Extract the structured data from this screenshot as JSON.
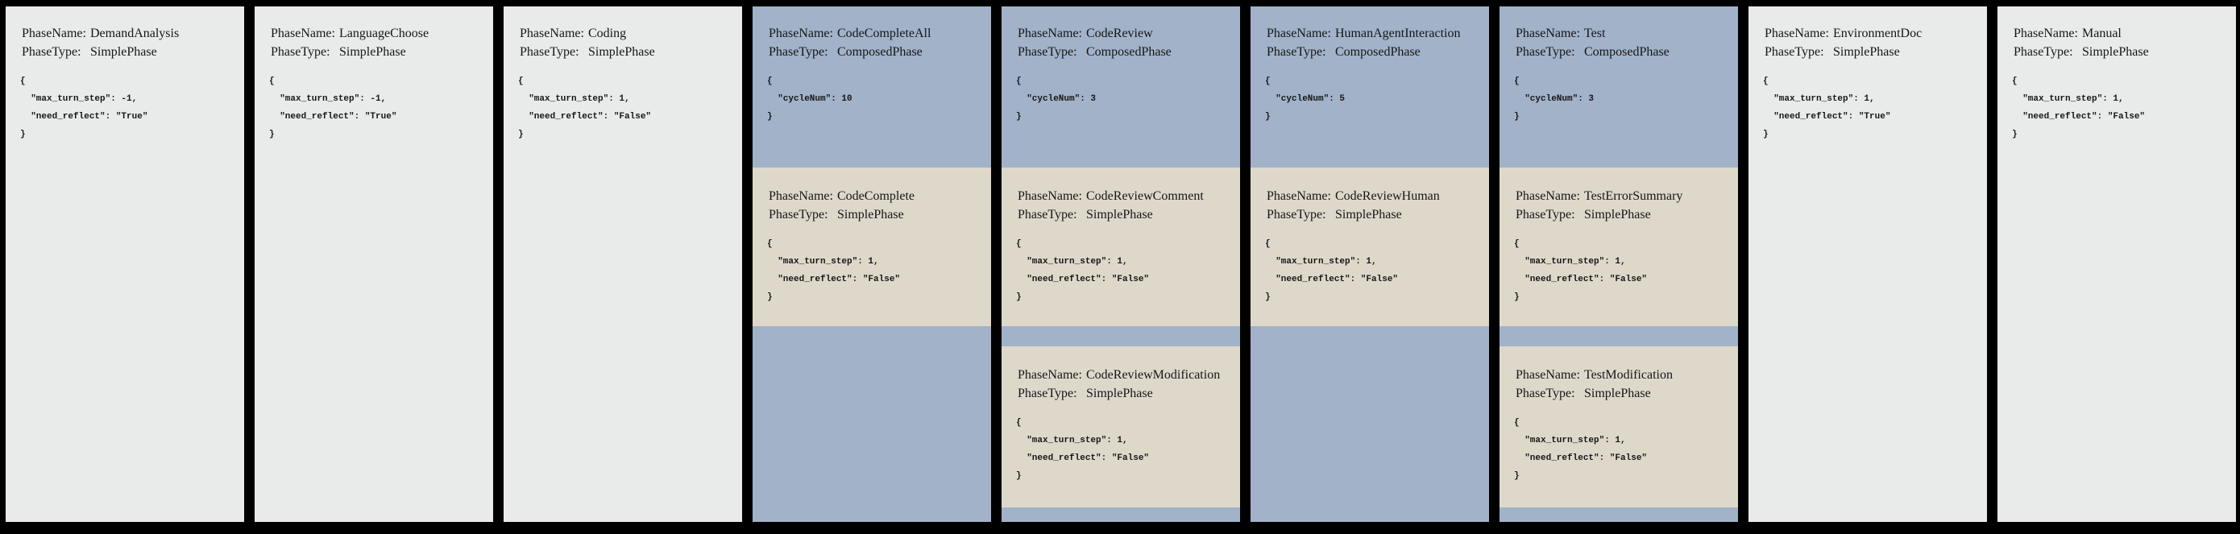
{
  "ui": {
    "field_labels": {
      "name": "PhaseName:",
      "type": "PhaseType:"
    }
  },
  "colors": {
    "canvas_background": "#000000",
    "simple_phase_bg": "#e8ebea",
    "composed_phase_bg": "#a1b2c9",
    "nested_simple_phase_bg": "#ded8cb",
    "text": "#161616"
  },
  "phases": [
    {
      "name": "DemandAnalysis",
      "type": "SimplePhase",
      "config": "{\n  \"max_turn_step\": -1,\n  \"need_reflect\": \"True\"\n}"
    },
    {
      "name": "LanguageChoose",
      "type": "SimplePhase",
      "config": "{\n  \"max_turn_step\": -1,\n  \"need_reflect\": \"True\"\n}"
    },
    {
      "name": "Coding",
      "type": "SimplePhase",
      "config": "{\n  \"max_turn_step\": 1,\n  \"need_reflect\": \"False\"\n}"
    },
    {
      "name": "CodeCompleteAll",
      "type": "ComposedPhase",
      "config": "{\n  \"cycleNum\": 10\n}",
      "children": [
        {
          "name": "CodeComplete",
          "type": "SimplePhase",
          "config": "{\n  \"max_turn_step\": 1,\n  \"need_reflect\": \"False\"\n}"
        }
      ]
    },
    {
      "name": "CodeReview",
      "type": "ComposedPhase",
      "config": "{\n  \"cycleNum\": 3\n}",
      "children": [
        {
          "name": "CodeReviewComment",
          "type": "SimplePhase",
          "config": "{\n  \"max_turn_step\": 1,\n  \"need_reflect\": \"False\"\n}"
        },
        {
          "name": "CodeReviewModification",
          "type": "SimplePhase",
          "config": "{\n  \"max_turn_step\": 1,\n  \"need_reflect\": \"False\"\n}"
        }
      ]
    },
    {
      "name": "HumanAgentInteraction",
      "type": "ComposedPhase",
      "config": "{\n  \"cycleNum\": 5\n}",
      "children": [
        {
          "name": "CodeReviewHuman",
          "type": "SimplePhase",
          "config": "{\n  \"max_turn_step\": 1,\n  \"need_reflect\": \"False\"\n}"
        }
      ]
    },
    {
      "name": "Test",
      "type": "ComposedPhase",
      "config": "{\n  \"cycleNum\": 3\n}",
      "children": [
        {
          "name": "TestErrorSummary",
          "type": "SimplePhase",
          "config": "{\n  \"max_turn_step\": 1,\n  \"need_reflect\": \"False\"\n}"
        },
        {
          "name": "TestModification",
          "type": "SimplePhase",
          "config": "{\n  \"max_turn_step\": 1,\n  \"need_reflect\": \"False\"\n}"
        }
      ]
    },
    {
      "name": "EnvironmentDoc",
      "type": "SimplePhase",
      "config": "{\n  \"max_turn_step\": 1,\n  \"need_reflect\": \"True\"\n}"
    },
    {
      "name": "Manual",
      "type": "SimplePhase",
      "config": "{\n  \"max_turn_step\": 1,\n  \"need_reflect\": \"False\"\n}"
    }
  ]
}
